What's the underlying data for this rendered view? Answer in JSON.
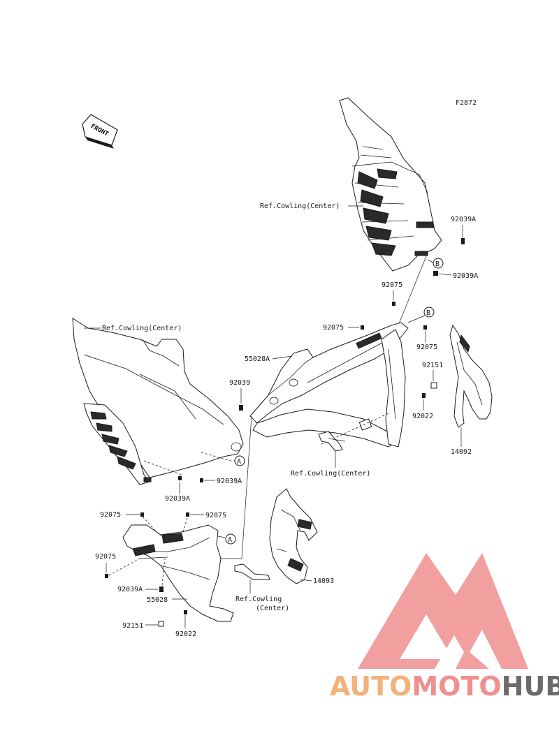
{
  "figure_code": "F2872",
  "front_label": "FRONT",
  "labels": {
    "ref_center_top": "Ref.Cowling(Center)",
    "ref_center_left": "Ref.Cowling(Center)",
    "ref_center_mid": "Ref.Cowling(Center)",
    "ref_center_bottom_1": "Ref.Cowling",
    "ref_center_bottom_2": "(Center)",
    "p92039A_1": "92039A",
    "p92039A_2": "92039A",
    "p92075_1": "92075",
    "p92075_2": "92075",
    "p92075_3": "92075",
    "p55028A": "55028A",
    "p92039": "92039",
    "p92151_1": "92151",
    "p92022_1": "92022",
    "p14092": "14092",
    "p92039A_3": "92039A",
    "p92039A_4": "92039A",
    "p92075_4": "92075",
    "p92075_5": "92075",
    "p92075_6": "92075",
    "p92039A_5": "92039A",
    "p55028": "55028",
    "p14093": "14093",
    "p92151_2": "92151",
    "p92022_2": "92022"
  },
  "callouts": {
    "A": "A",
    "B": "B"
  },
  "watermark": {
    "part1": "AUTO",
    "part2": "MOTO",
    "part3": "HUB",
    "color1": "#f2b27a",
    "color2": "#ef8f8f",
    "color3": "#6b6b6b"
  }
}
